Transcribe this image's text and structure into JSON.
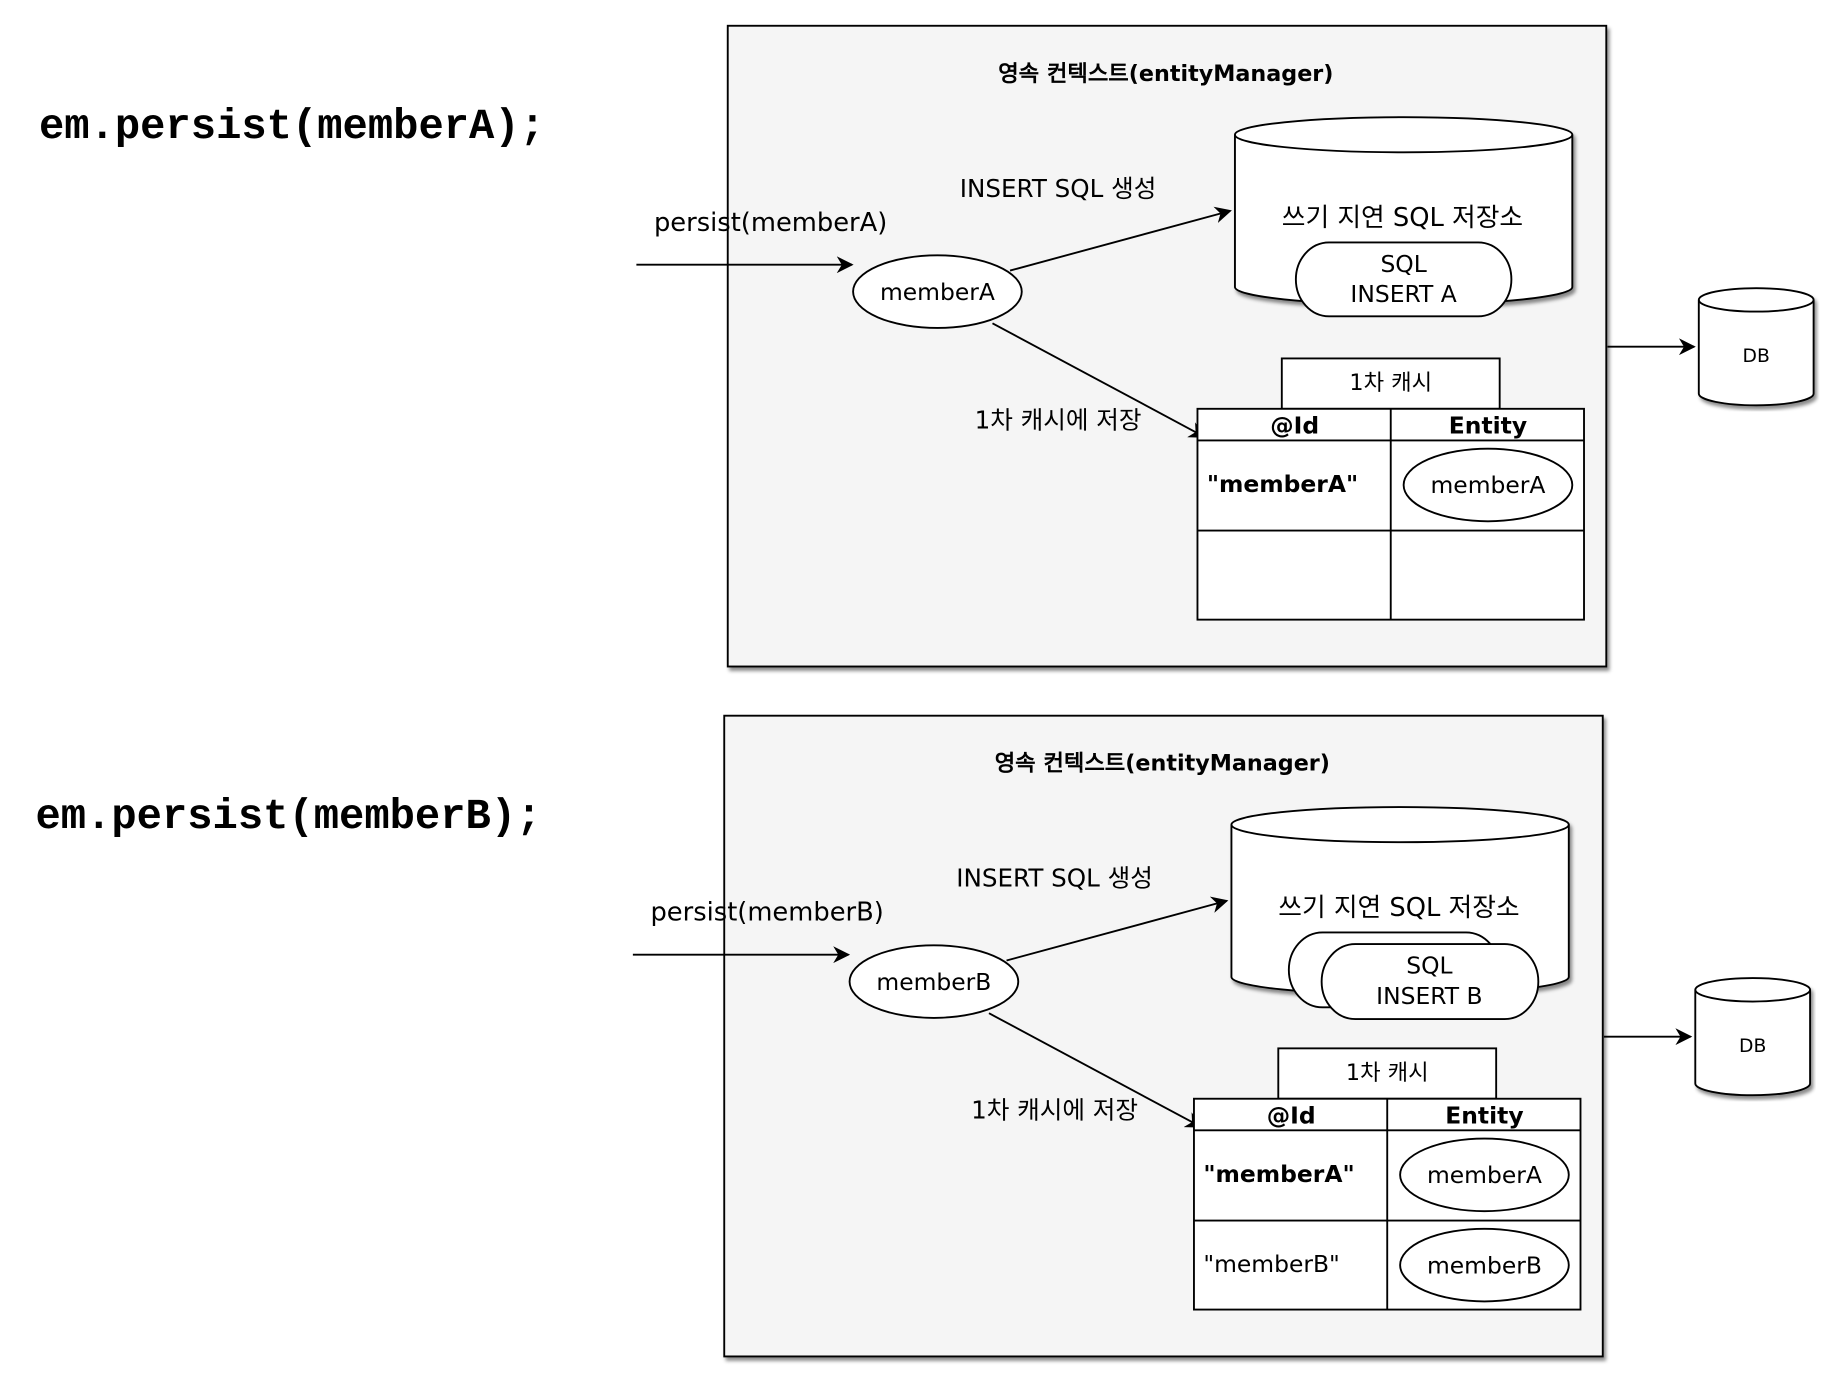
{
  "colors": {
    "panel_fill": "#f5f5f5",
    "stroke": "#000000",
    "background": "#ffffff"
  },
  "panels": [
    {
      "code": "em.persist(memberA);",
      "title": "영속 컨텍스트(entityManager)",
      "persist_label": "persist(memberA)",
      "entity": "memberA",
      "insert_label": "INSERT SQL 생성",
      "store_label": "쓰기 지연 SQL 저장소",
      "sql_line1": "SQL",
      "sql_line2": "INSERT A",
      "stacked_sql": false,
      "cache_store_label": "1차 캐시에 저장",
      "cache_title": "1차 캐시",
      "col_id": "@Id",
      "col_entity": "Entity",
      "rows": [
        {
          "id": "\"memberA\"",
          "entity": "memberA",
          "bold": true
        },
        {
          "id": "",
          "entity": "",
          "bold": false
        }
      ],
      "db_label": "DB"
    },
    {
      "code": "em.persist(memberB);",
      "title": "영속 컨텍스트(entityManager)",
      "persist_label": "persist(memberB)",
      "entity": "memberB",
      "insert_label": "INSERT SQL 생성",
      "store_label": "쓰기 지연 SQL 저장소",
      "sql_line1": "SQL",
      "sql_line2": "INSERT B",
      "stacked_sql": true,
      "cache_store_label": "1차 캐시에 저장",
      "cache_title": "1차 캐시",
      "col_id": "@Id",
      "col_entity": "Entity",
      "rows": [
        {
          "id": "\"memberA\"",
          "entity": "memberA",
          "bold": true
        },
        {
          "id": "\"memberB\"",
          "entity": "memberB",
          "bold": false
        }
      ],
      "db_label": "DB"
    }
  ]
}
